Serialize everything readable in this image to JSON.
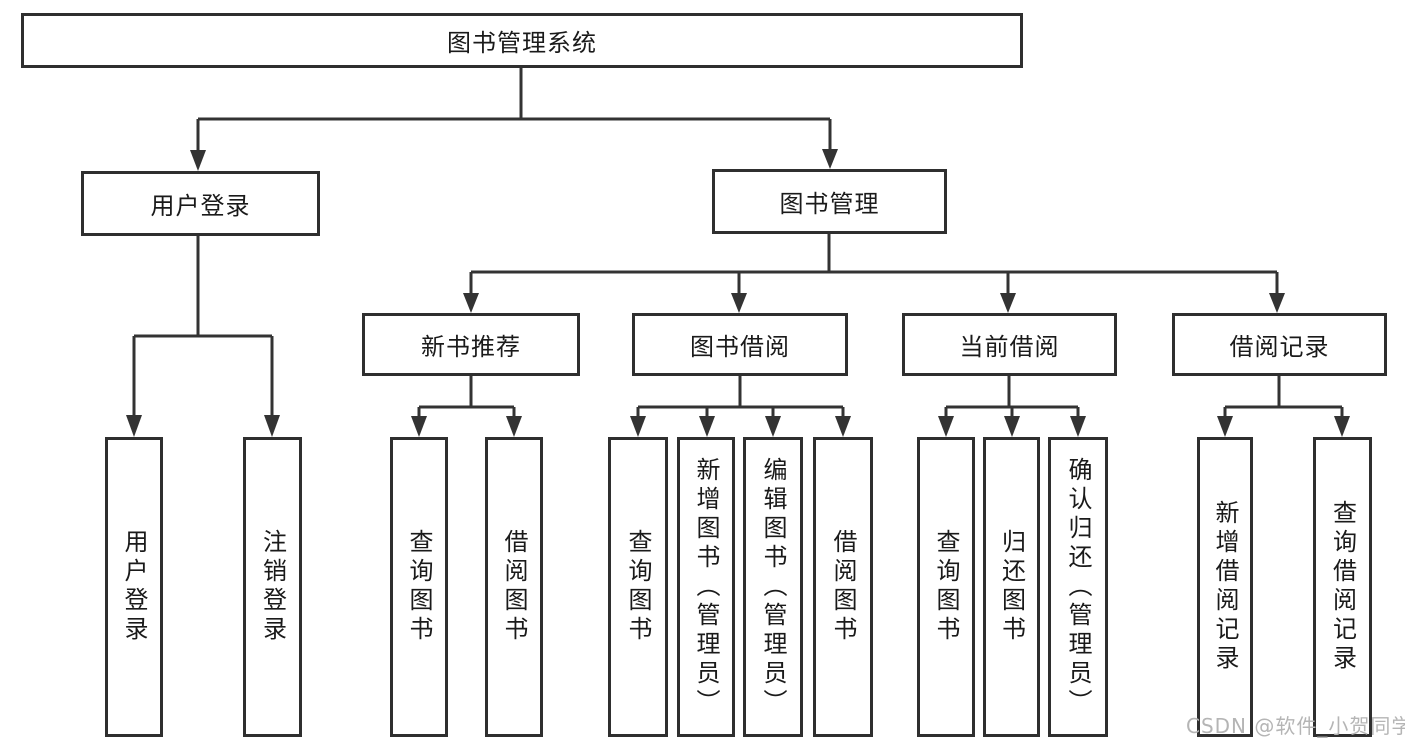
{
  "tree": {
    "root": {
      "label": "图书管理系统"
    },
    "user_branch": {
      "label": "用户登录",
      "children": [
        {
          "label": "用户登录"
        },
        {
          "label": "注销登录"
        }
      ]
    },
    "mgmt_branch": {
      "label": "图书管理",
      "groups": [
        {
          "label": "新书推荐",
          "children": [
            {
              "label": "查询图书"
            },
            {
              "label": "借阅图书"
            }
          ]
        },
        {
          "label": "图书借阅",
          "children": [
            {
              "label": "查询图书"
            },
            {
              "label": "新增图书（管理员）"
            },
            {
              "label": "编辑图书（管理员）"
            },
            {
              "label": "借阅图书"
            }
          ]
        },
        {
          "label": "当前借阅",
          "children": [
            {
              "label": "查询图书"
            },
            {
              "label": "归还图书"
            },
            {
              "label": "确认归还（管理员）"
            }
          ]
        },
        {
          "label": "借阅记录",
          "children": [
            {
              "label": "新增借阅记录"
            },
            {
              "label": "查询借阅记录"
            }
          ]
        }
      ]
    }
  },
  "watermark": {
    "text": "CSDN @软件_小贺同学"
  },
  "colors": {
    "line": "#333333",
    "border": "#2f2f2f",
    "fill": "#ffffff",
    "text": "#1a1a1a",
    "watermark": "#b5b5b5"
  }
}
